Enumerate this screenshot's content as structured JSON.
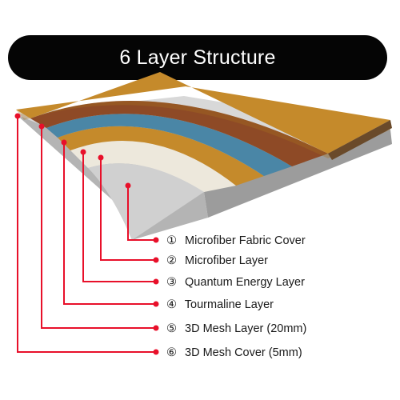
{
  "title": "6 Layer Structure",
  "layers": [
    {
      "number": "①",
      "label": "Microfiber Fabric Cover"
    },
    {
      "number": "②",
      "label": "Microfiber Layer"
    },
    {
      "number": "③",
      "label": "Quantum Energy Layer"
    },
    {
      "number": "④",
      "label": "Tourmaline Layer"
    },
    {
      "number": "⑤",
      "label": "3D Mesh Layer (20mm)"
    },
    {
      "number": "⑥",
      "label": "3D Mesh Cover (5mm)"
    }
  ],
  "colors": {
    "banner": "#050505",
    "leader": "#e8102a",
    "cover": "#c58a2b",
    "brown": "#8e4a26",
    "blue": "#4a86a6",
    "cream": "#ede8dc",
    "mesh_light": "#d8d8d8",
    "mesh_dark": "#9c9c9c"
  }
}
